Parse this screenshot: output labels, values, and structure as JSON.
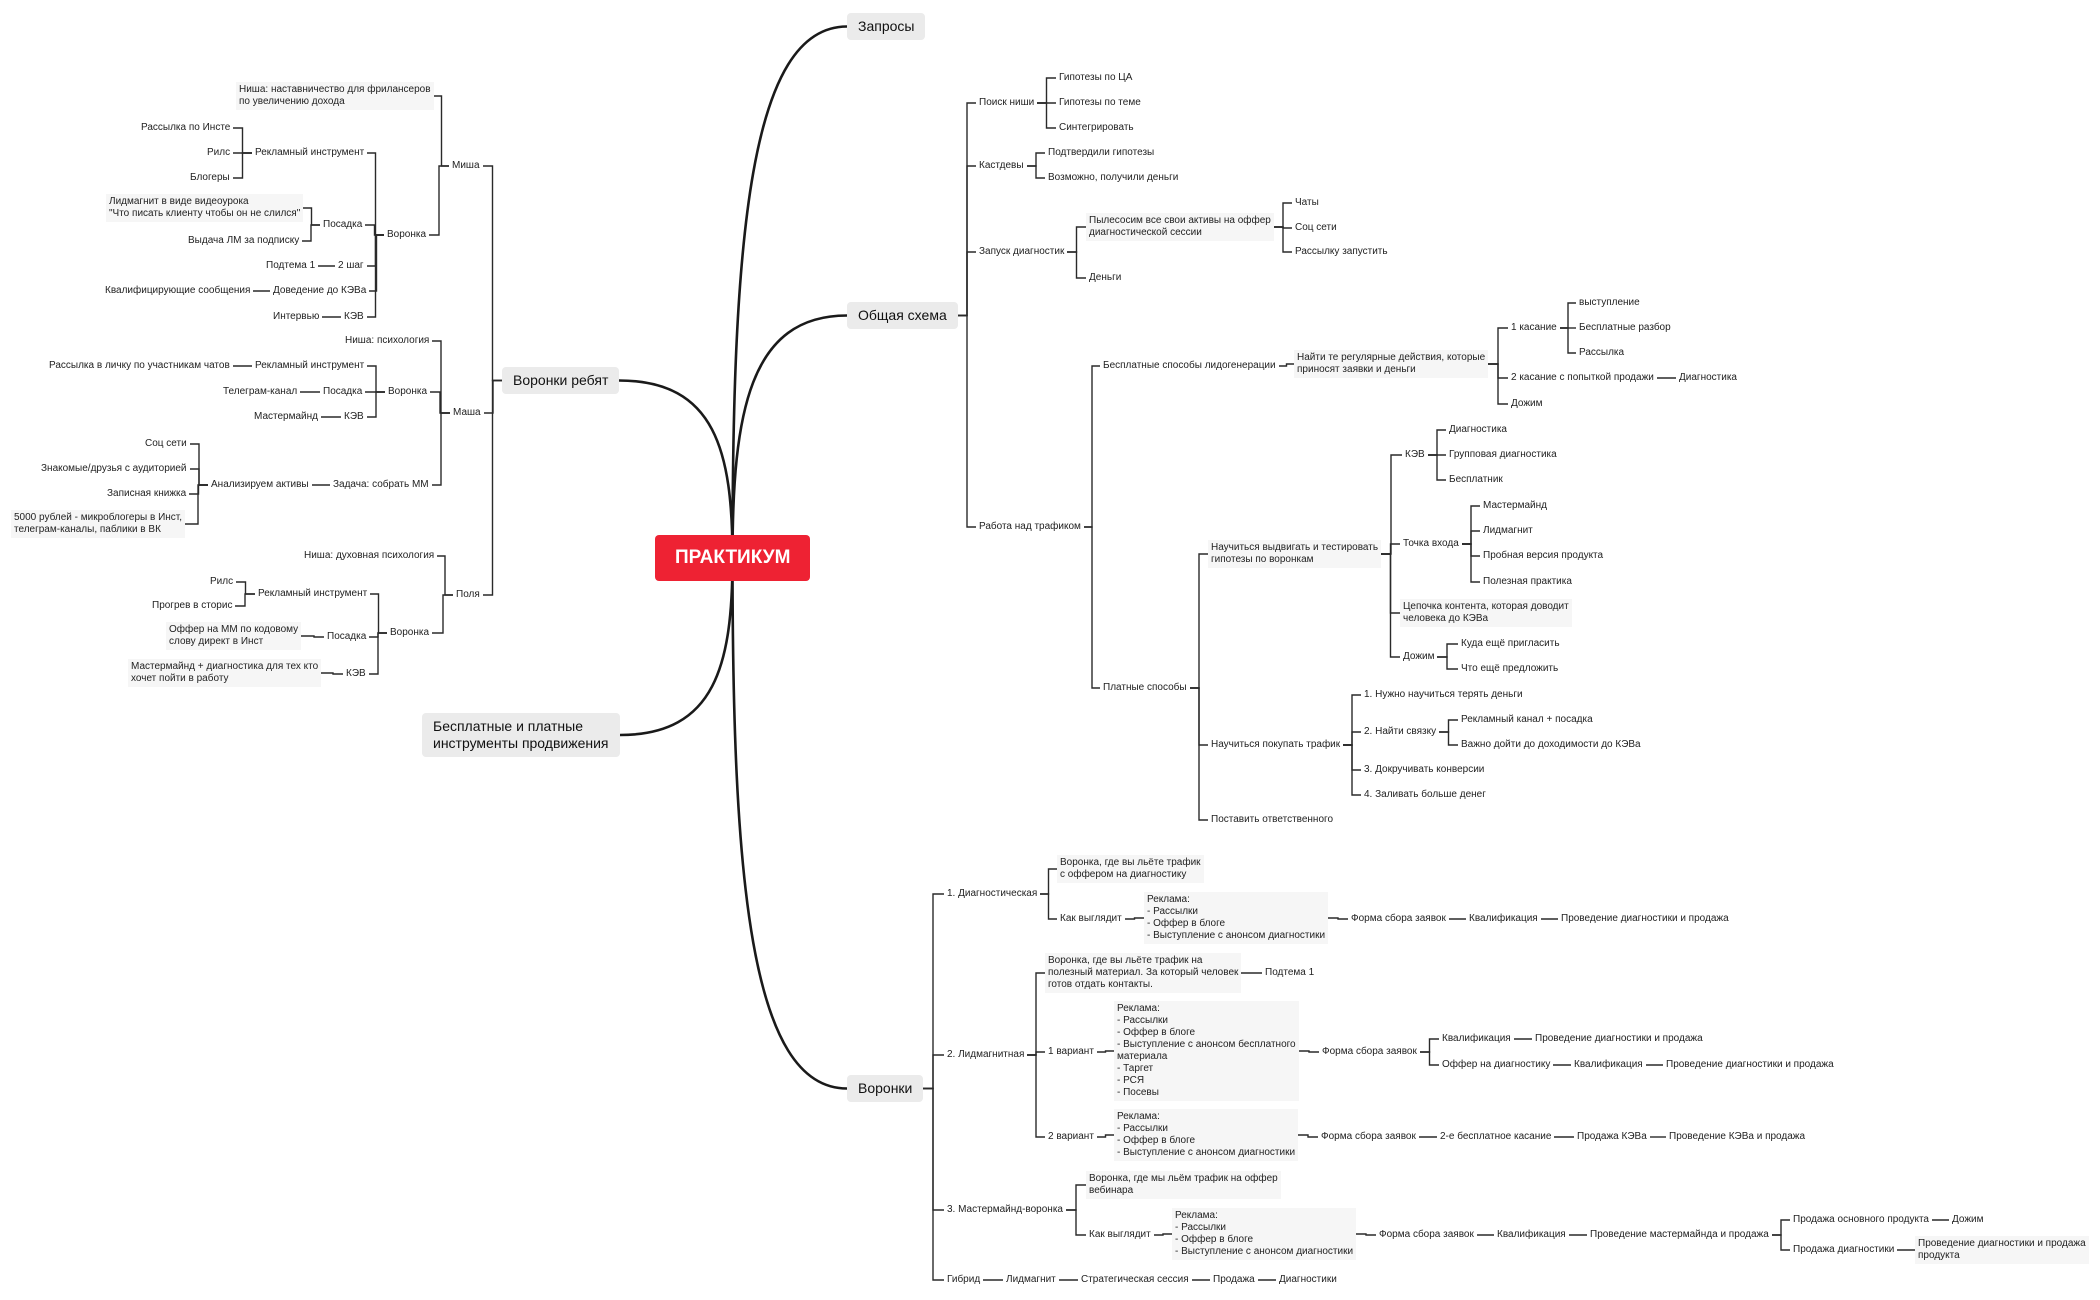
{
  "root": "ПРАКТИКУМ",
  "nodes": {
    "zapr": "Запросы",
    "ob": "Общая схема",
    "vor": "Воронки",
    "vr": "Воронки ребят",
    "bp": "Бесплатные и платные\nинструменты продвижения",
    "pn": "Поиск ниши",
    "g_ca": "Гипотезы по ЦА",
    "g_te": "Гипотезы по теме",
    "sint": "Синтегрировать",
    "kd": "Кастдевы",
    "podt": "Подтвердили гипотезы",
    "vozm": "Возможно, получили деньги",
    "zd": "Запуск диагностик",
    "pyl": "Пылесосим все свои активы на оффер\nдиагностической сессии",
    "chaty": "Чаты",
    "socs": "Соц сети",
    "rasz": "Рассылку запустить",
    "deng": "Деньги",
    "rt": "Работа над трафиком",
    "bsl": "Бесплатные способы лидогенерации",
    "naidi": "Найти те регулярные действия, которые\nприносят заявки и деньги",
    "k1": "1 касание",
    "vyst": "выступление",
    "bras": "Бесплатные разбор",
    "rass": "Рассылка",
    "k2": "2 касание с попыткой продажи",
    "diag2": "Диагностика",
    "dozh1": "Дожим",
    "ps": "Платные способы",
    "nvt": "Научиться выдвигать и тестировать\nгипотезы по воронкам",
    "kev": "КЭВ",
    "d_diag": "Диагностика",
    "grdi": "Групповая диагностика",
    "bespl": "Бесплатник",
    "tv": "Точка входа",
    "mm": "Мастермайнд",
    "lm": "Лидмагнит",
    "pvp": "Пробная версия продукта",
    "pp": "Полезная практика",
    "cep": "Цепочка контента, которая доводит\nчеловека до КЭВа",
    "dozh2": "Дожим",
    "kuda": "Куда ещё пригласить",
    "chto": "Что ещё предложить",
    "npt": "Научиться покупать трафик",
    "t1": "1. Нужно научиться терять деньги",
    "t2": "2. Найти связку",
    "rkp": "Рекламный канал + посадка",
    "vazh": "Важно дойти до доходимости до КЭВа",
    "t3": "3. Докручивать конверсии",
    "t4": "4. Заливать больше денег",
    "post": "Поставить ответственного",
    "v1": "1. Диагностическая",
    "v1a": "Воронка, где вы льёте трафик\nс оффером на диагностику",
    "v1b": "Как выглядит",
    "v1r": "Реклама:\n- Рассылки\n- Оффер в блоге\n- Выступление с анонсом диагностики",
    "v1f": "Форма сбора заявок",
    "v1k": "Квалификация",
    "v1p": "Проведение диагностики и продажа",
    "v2": "2. Лидмагнитная",
    "v2a": "Воронка, где вы льёте трафик на\nполезный материал. За который человек\nготов отдать контакты.",
    "v2t": "Подтема 1",
    "v21": "1 вариант",
    "v21r": "Реклама:\n- Рассылки\n- Оффер в блоге\n- Выступление с анонсом бесплатного\nматериала\n- Таргет\n- РСЯ\n- Посевы",
    "v21f": "Форма сбора заявок",
    "v21k": "Квалификация",
    "v21p": "Проведение диагностики и продажа",
    "v21o": "Оффер на диагностику",
    "v21ok": "Квалификация",
    "v21op": "Проведение диагностики и продажа",
    "v22": "2 вариант",
    "v22r": "Реклама:\n- Рассылки\n- Оффер в блоге\n- Выступление с анонсом диагностики",
    "v22f": "Форма сбора заявок",
    "v22b": "2-е бесплатное касание",
    "v22pk": "Продажа КЭВа",
    "v22pr": "Проведение КЭВа и продажа",
    "v3": "3. Мастермайнд-воронка",
    "v3a": "Воронка, где мы льём трафик на оффер\nвебинара",
    "v3b": "Как выглядит",
    "v3r": "Реклама:\n- Рассылки\n- Оффер в блоге\n- Выступление с анонсом диагностики",
    "v3f": "Форма сбора заявок",
    "v3k": "Квалификация",
    "v3p": "Проведение мастермайнда и продажа",
    "v3o": "Продажа основного продукта",
    "v3d": "Дожим",
    "v3pd": "Продажа диагностики",
    "v3pdd": "Проведение диагностики и продажа\nпродукта",
    "g": "Гибрид",
    "g1": "Лидмагнит",
    "g2": "Стратегическая сессия",
    "g3": "Продажа",
    "g4": "Диагностики",
    "misha": "Миша",
    "m_n": "Ниша: наставничество для фрилансеров\nпо увеличению дохода",
    "m_v": "Воронка",
    "m_ri": "Рекламный инструмент",
    "m_ri1": "Рассылка по Инсте",
    "m_ri2": "Рилс",
    "m_ri3": "Блогеры",
    "m_pos": "Посадка",
    "m_pos1": "Лидмагнит в виде видеоурока\n\"Что писать клиенту чтобы он не слился\"",
    "m_pos2": "Выдача ЛМ за подписку",
    "m_2s": "2 шаг",
    "m_2s1": "Подтема 1",
    "m_dov": "Доведение до КЭВа",
    "m_dov1": "Квалифицирующие сообщения",
    "m_kev": "КЭВ",
    "m_kev1": "Интервью",
    "masha": "Маша",
    "ma_n": "Ниша: психология",
    "ma_v": "Воронка",
    "ma_ri": "Рекламный инструмент",
    "ma_ri1": "Рассылка в личку по участникам чатов",
    "ma_pos": "Посадка",
    "ma_pos1": "Телеграм-канал",
    "ma_kev": "КЭВ",
    "ma_kev1": "Мастермайнд",
    "ma_z": "Задача: собрать ММ",
    "ma_a": "Анализируем активы",
    "ma_a1": "Соц сети",
    "ma_a2": "Знакомые/друзья с аудиторией",
    "ma_a3": "Записная книжка",
    "ma_a4": "5000 рублей - микроблогеры в Инст,\nтелеграм-каналы, паблики в ВК",
    "polya": "Поля",
    "p_n": "Ниша: духовная психология",
    "p_v": "Воронка",
    "p_ri": "Рекламный инструмент",
    "p_ri1": "Рилс",
    "p_ri2": "Прогрев в сторис",
    "p_pos": "Посадка",
    "p_pos1": "Оффер на ММ по кодовому\nслову директ в Инст",
    "p_kev": "КЭВ",
    "p_kev1": "Мастермайнд + диагностика для тех кто\nхочет пойти в работу"
  }
}
